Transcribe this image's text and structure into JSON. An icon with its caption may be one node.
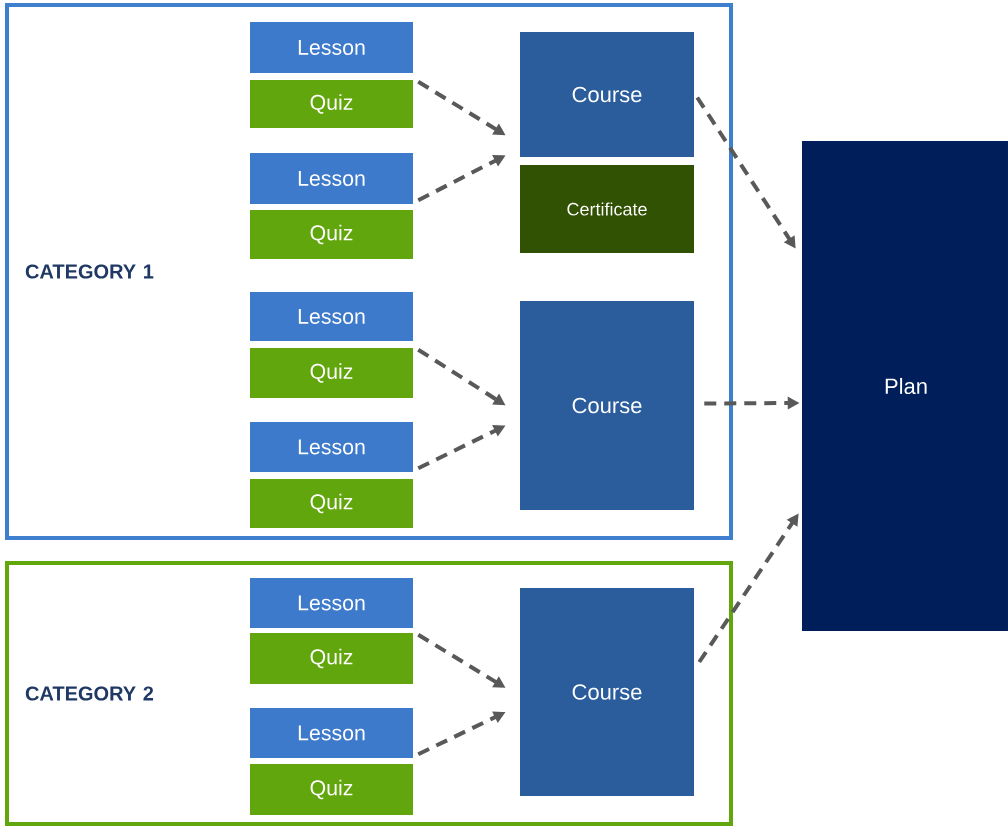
{
  "diagram": {
    "nodes": [
      {
        "text": [
          "CATEGORY 1"
        ]
      },
      {
        "text": [
          "Lesson"
        ],
        "in": 0
      },
      {
        "text": [
          "Quiz"
        ],
        "in": 0
      },
      {
        "text": [
          "Lesson"
        ],
        "in": 0
      },
      {
        "text": [
          "Quiz"
        ],
        "in": 0
      },
      {
        "text": [
          "Lesson"
        ],
        "in": 0
      },
      {
        "text": [
          "Quiz"
        ],
        "in": 0
      },
      {
        "text": [
          "Lesson"
        ],
        "in": 0
      },
      {
        "text": [
          "Quiz"
        ],
        "in": 0
      },
      {
        "text": [
          "Course"
        ],
        "in": 0
      },
      {
        "text": [
          "Certificate"
        ],
        "in": 0
      },
      {
        "text": [
          "Course"
        ],
        "in": 0
      },
      {
        "text": [
          "CATEGORY 2"
        ]
      },
      {
        "text": [
          "Lesson"
        ],
        "in": 12
      },
      {
        "text": [
          "Quiz"
        ],
        "in": 12
      },
      {
        "text": [
          "Lesson"
        ],
        "in": 12
      },
      {
        "text": [
          "Quiz"
        ],
        "in": 12
      },
      {
        "text": [
          "Course"
        ],
        "in": 12
      },
      {
        "text": [
          "Plan"
        ]
      }
    ],
    "edges": [
      {
        "from": 2,
        "to": 9,
        "arrow": "to",
        "style": "dashed"
      },
      {
        "from": 3,
        "to": 9,
        "arrow": "to",
        "style": "dashed"
      },
      {
        "from": 6,
        "to": 11,
        "arrow": "to",
        "style": "dashed"
      },
      {
        "from": 7,
        "to": 11,
        "arrow": "to",
        "style": "dashed"
      },
      {
        "from": 14,
        "to": 17,
        "arrow": "to",
        "style": "dashed"
      },
      {
        "from": 15,
        "to": 17,
        "arrow": "to",
        "style": "dashed"
      },
      {
        "from": 9,
        "to": 18,
        "arrow": "to",
        "style": "dashed"
      },
      {
        "from": 11,
        "to": 18,
        "arrow": "to",
        "style": "dashed"
      },
      {
        "from": 17,
        "to": 18,
        "arrow": "to",
        "style": "dashed"
      }
    ]
  }
}
